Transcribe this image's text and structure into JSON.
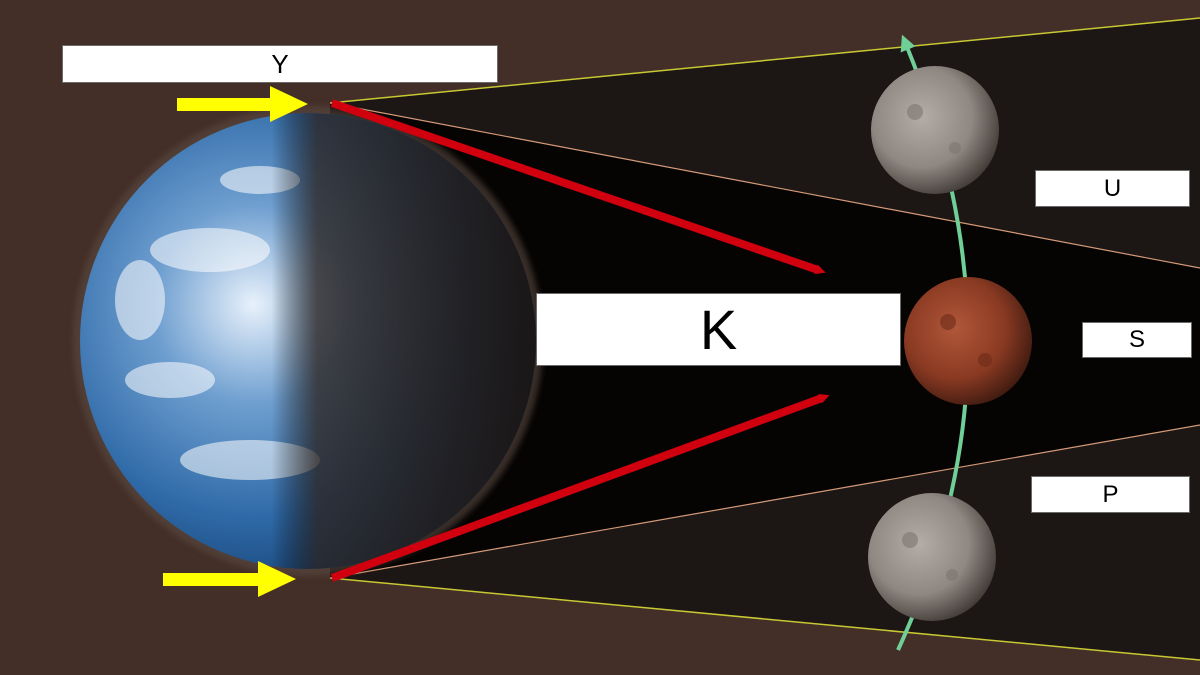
{
  "labels": {
    "y": "Y",
    "k": "K",
    "u": "U",
    "s": "S",
    "p": "P"
  },
  "colors": {
    "background": "#432f28",
    "shadow_cone": "#0a0807",
    "penumbra": "#1c1614",
    "sunlight_arrow": "#ffff00",
    "refracted_light_arrow": "#d0000f",
    "orbit_path": "#6fcf97",
    "moon_red": "#8a3a22",
    "moon_gray": "#8f8781"
  },
  "icons": {
    "earth": "earth-globe",
    "moon_top": "moon-gray",
    "moon_middle": "moon-red-eclipsed",
    "moon_bottom": "moon-gray"
  }
}
